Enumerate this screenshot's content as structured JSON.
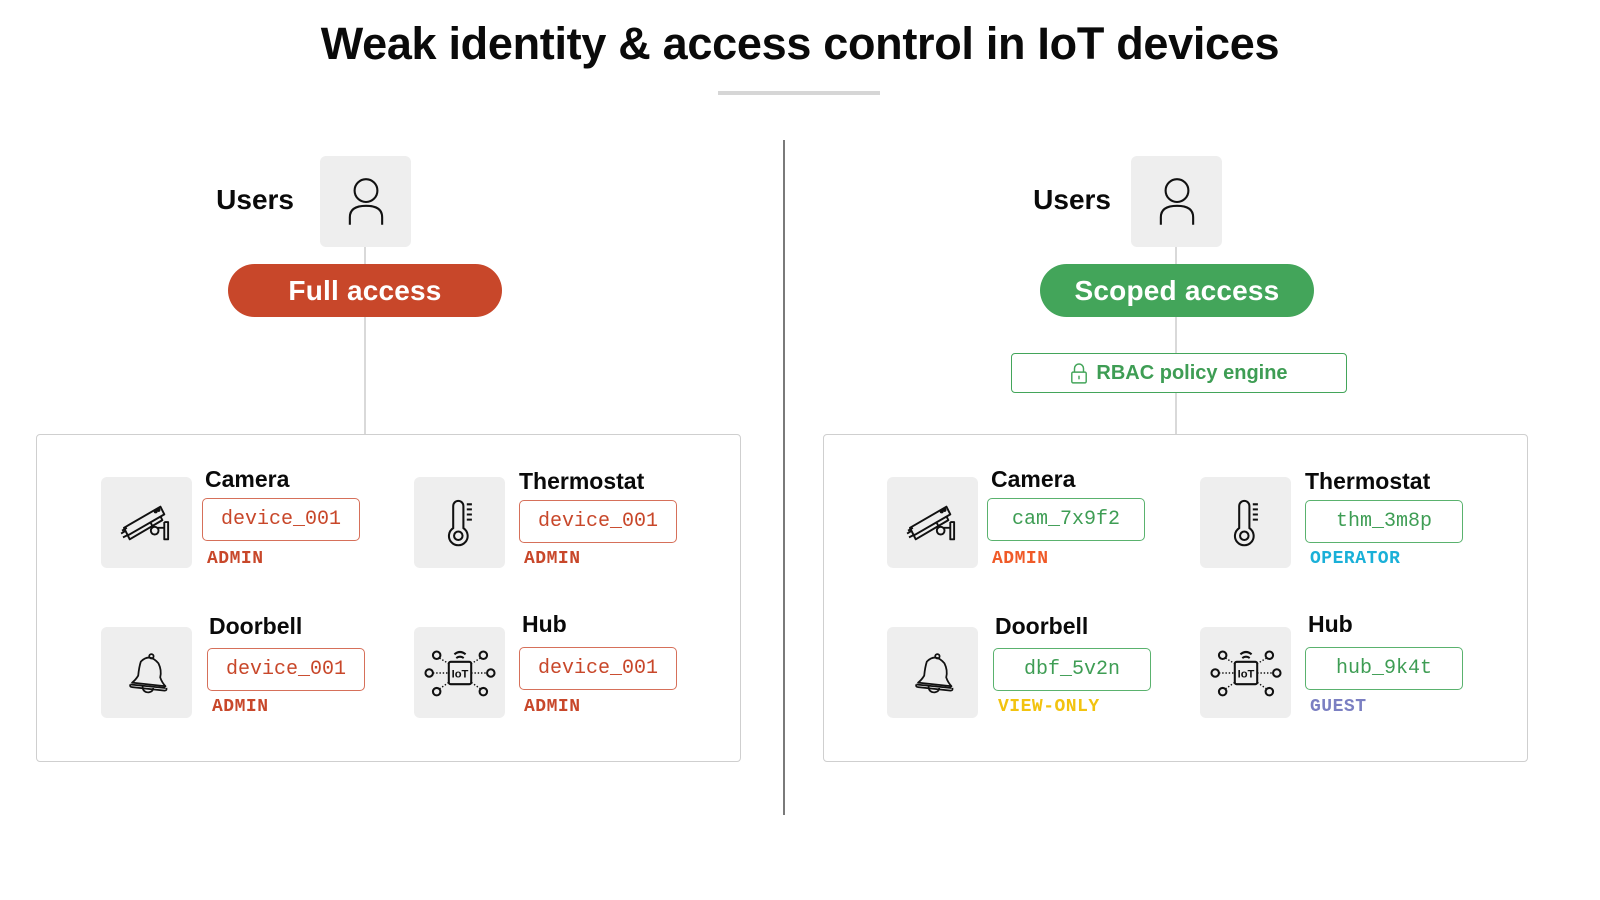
{
  "title": "Weak identity & access control in IoT devices",
  "colors": {
    "weak_accent": "#c8472a",
    "good_accent": "#43a55a",
    "role_admin_weak": "#c8472a",
    "role_admin_scoped": "#f05a28",
    "role_operator": "#1ab0d8",
    "role_view_only": "#f2c30f",
    "role_guest": "#7b7fc2",
    "tile_bg": "#eeeeee",
    "divider": "#7a7a7a"
  },
  "left": {
    "users_label": "Users",
    "users_icon": "user-icon",
    "access_pill": "Full access",
    "devices": [
      {
        "name": "Camera",
        "icon": "security-camera-icon",
        "id": "device_001",
        "role": "ADMIN"
      },
      {
        "name": "Thermostat",
        "icon": "thermometer-icon",
        "id": "device_001",
        "role": "ADMIN"
      },
      {
        "name": "Doorbell",
        "icon": "bell-icon",
        "id": "device_001",
        "role": "ADMIN"
      },
      {
        "name": "Hub",
        "icon": "iot-hub-icon",
        "id": "device_001",
        "role": "ADMIN"
      }
    ]
  },
  "right": {
    "users_label": "Users",
    "users_icon": "user-icon",
    "access_pill": "Scoped access",
    "policy_engine": {
      "icon": "lock-icon",
      "label": "RBAC policy engine"
    },
    "devices": [
      {
        "name": "Camera",
        "icon": "security-camera-icon",
        "id": "cam_7x9f2",
        "role": "ADMIN"
      },
      {
        "name": "Thermostat",
        "icon": "thermometer-icon",
        "id": "thm_3m8p",
        "role": "OPERATOR"
      },
      {
        "name": "Doorbell",
        "icon": "bell-icon",
        "id": "dbf_5v2n",
        "role": "VIEW-ONLY"
      },
      {
        "name": "Hub",
        "icon": "iot-hub-icon",
        "id": "hub_9k4t",
        "role": "GUEST"
      }
    ]
  }
}
